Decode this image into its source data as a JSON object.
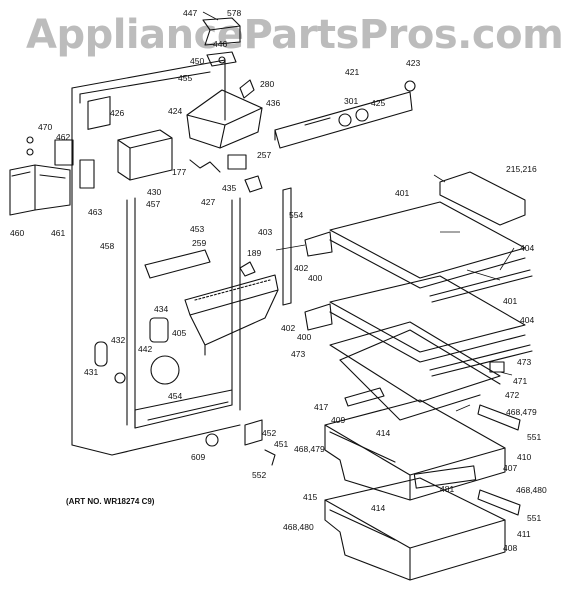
{
  "watermark": "AppliancePartsPros.com",
  "art_number": "(ART NO. WR18274 C9)",
  "callouts": {
    "c447": "447",
    "c578": "578",
    "c446": "446",
    "c450": "450",
    "c455": "455",
    "c280": "280",
    "c421": "421",
    "c423": "423",
    "c424": "424",
    "c426": "426",
    "c436": "436",
    "c301": "301",
    "c425": "425",
    "c470": "470",
    "c462": "462",
    "c257": "257",
    "c177": "177",
    "c427": "427",
    "c435": "435",
    "c430": "430",
    "c457": "457",
    "c463": "463",
    "c460": "460",
    "c461": "461",
    "c458": "458",
    "c453": "453",
    "c259": "259",
    "c554": "554",
    "c403": "403",
    "c189": "189",
    "c215_216": "215,216",
    "c401a": "401",
    "c402a": "402",
    "c400a": "400",
    "c404a": "404",
    "c434": "434",
    "c432": "432",
    "c442": "442",
    "c431": "431",
    "c405": "405",
    "c401b": "401",
    "c402b": "402",
    "c400b": "400",
    "c404b": "404",
    "c473a": "473",
    "c473b": "473",
    "c471": "471",
    "c472": "472",
    "c417": "417",
    "c454": "454",
    "c409": "409",
    "c468_479a": "468,479",
    "c414a": "414",
    "c551a": "551",
    "c468_479b": "468,479",
    "c452": "452",
    "c451": "451",
    "c609": "609",
    "c410": "410",
    "c407": "407",
    "c552": "552",
    "c481": "481",
    "c468_480a": "468,480",
    "c415": "415",
    "c414b": "414",
    "c551b": "551",
    "c468_480b": "468,480",
    "c411": "411",
    "c408": "408"
  }
}
